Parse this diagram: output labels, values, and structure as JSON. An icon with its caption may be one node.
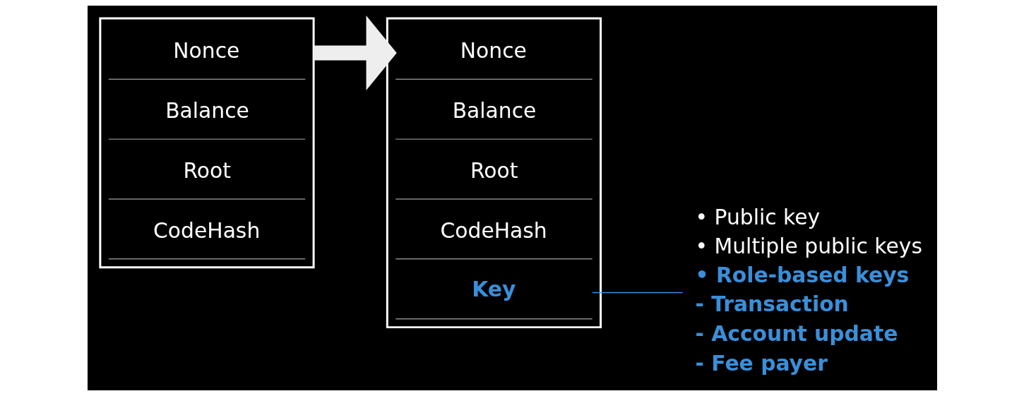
{
  "diagram": {
    "nodes": [
      {
        "text": [],
        "shape": "box"
      },
      {
        "text": [
          "Nonce"
        ],
        "in": 0
      },
      {
        "text": [
          "Balance"
        ],
        "in": 0
      },
      {
        "text": [
          "Root"
        ],
        "in": 0
      },
      {
        "text": [
          "CodeHash"
        ],
        "in": 0
      },
      {
        "text": [],
        "shape": "box"
      },
      {
        "text": [
          "Nonce"
        ],
        "in": 5
      },
      {
        "text": [
          "Balance"
        ],
        "in": 5
      },
      {
        "text": [
          "Root"
        ],
        "in": 5
      },
      {
        "text": [
          "CodeHash"
        ],
        "in": 5
      },
      {
        "text": [
          "Key"
        ],
        "in": 5
      },
      {
        "text": [
          "• Public key",
          "• Multiple public keys",
          "• Role-based keys",
          "- Transaction",
          "- Account update",
          "- Fee payer"
        ]
      }
    ],
    "edges": [
      {
        "from": 0,
        "to": 5,
        "arrow": "to",
        "style": "thick",
        "color": "#eeeeee"
      },
      {
        "from": 10,
        "to": 11,
        "arrow": "none",
        "color": "#3a8fd9"
      }
    ]
  }
}
